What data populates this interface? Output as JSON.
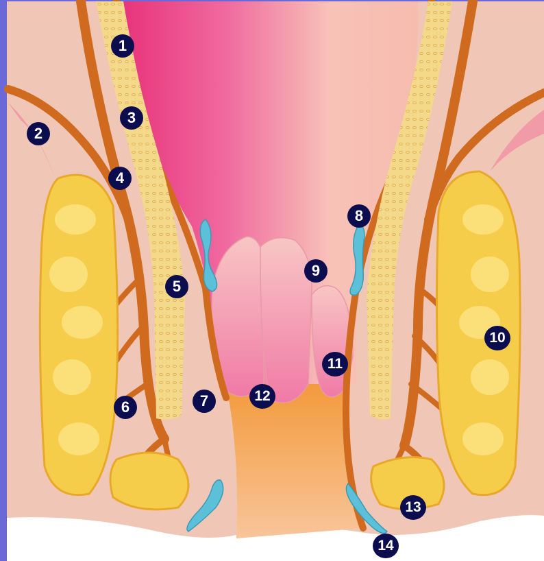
{
  "colors": {
    "frame": "#6b69d8",
    "skin": "#f0c7b6",
    "rectum_dark": "#e8347b",
    "rectum_light": "#f7b8b7",
    "muscle": "#cf6a1e",
    "fat": "#f6cd4a",
    "canal": "#f7a04a",
    "vein": "#5bc0d8",
    "marker": "#0c0d4f"
  },
  "markers": [
    {
      "id": "marker-1",
      "label": "1"
    },
    {
      "id": "marker-2",
      "label": "2"
    },
    {
      "id": "marker-3",
      "label": "3"
    },
    {
      "id": "marker-4",
      "label": "4"
    },
    {
      "id": "marker-5",
      "label": "5"
    },
    {
      "id": "marker-6",
      "label": "6"
    },
    {
      "id": "marker-7",
      "label": "7"
    },
    {
      "id": "marker-8",
      "label": "8"
    },
    {
      "id": "marker-9",
      "label": "9"
    },
    {
      "id": "marker-10",
      "label": "10"
    },
    {
      "id": "marker-11",
      "label": "11"
    },
    {
      "id": "marker-12",
      "label": "12"
    },
    {
      "id": "marker-13",
      "label": "13"
    },
    {
      "id": "marker-14",
      "label": "14"
    }
  ]
}
